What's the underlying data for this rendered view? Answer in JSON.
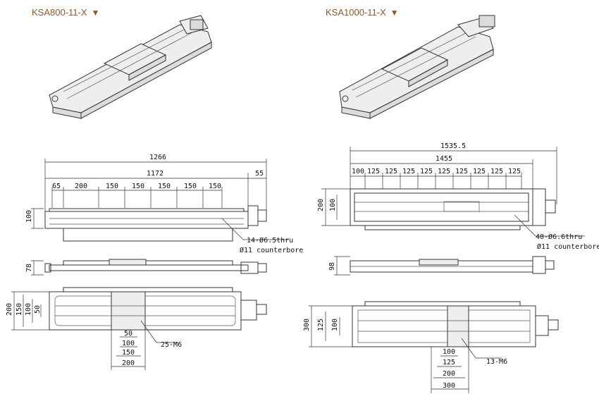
{
  "models": [
    {
      "name": "KSA800-11-X",
      "marker": "▼"
    },
    {
      "name": "KSA1000-11-X",
      "marker": "▼"
    }
  ],
  "left": {
    "top_dims": {
      "overall": "1266",
      "mid": "1172",
      "end": "55"
    },
    "pitch": [
      "65",
      "200",
      "150",
      "150",
      "150",
      "150",
      "150"
    ],
    "height_top": "100",
    "holes_note_1": "14-Ø6.5thru",
    "holes_note_2": "Ø11 counterbore",
    "side_height": "78",
    "bottom_left_dims": [
      "200",
      "150",
      "100",
      "50"
    ],
    "bottom_below_dims": [
      "50",
      "100",
      "150",
      "200"
    ],
    "tap_note": "25-M6"
  },
  "right": {
    "top_dims": {
      "overall": "1535.5",
      "mid": "1455"
    },
    "pitch": [
      "100",
      "125",
      "125",
      "125",
      "125",
      "125",
      "125",
      "125",
      "125",
      "125",
      "125"
    ],
    "height_top_outer": "200",
    "height_top_inner": "100",
    "holes_note_1": "40-Ø6.6thru",
    "holes_note_2": "Ø11 counterbore",
    "side_height": "98",
    "bottom_left_dims": [
      "300",
      "125",
      "100"
    ],
    "bottom_below_dims": [
      "100",
      "125",
      "200",
      "300"
    ],
    "tap_note": "13-M6"
  }
}
